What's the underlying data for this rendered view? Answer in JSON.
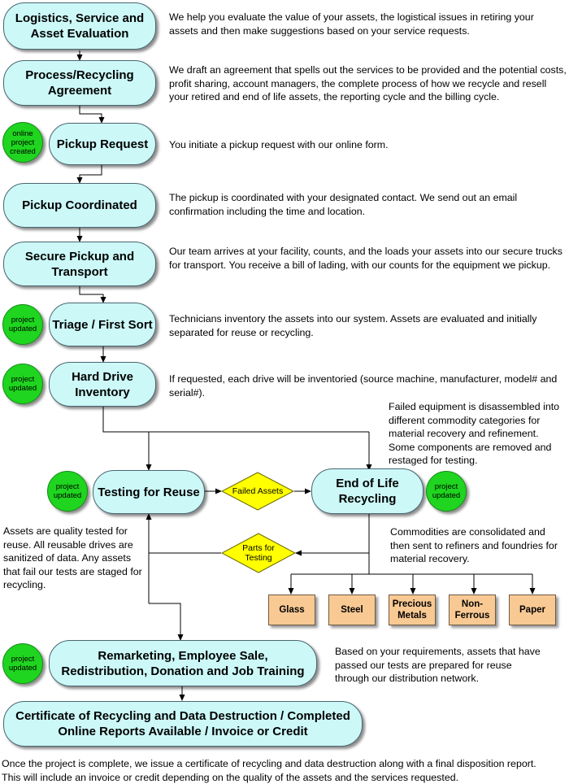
{
  "steps": {
    "logistics": {
      "label": "Logistics, Service and Asset Evaluation",
      "desc": "We help you evaluate the value of your assets, the logistical issues in retiring your assets and then make suggestions based on your service requests."
    },
    "agreement": {
      "label": "Process/Recycling Agreement",
      "desc": "We draft an agreement that spells out the services to be provided and the potential costs, profit sharing, account managers, the complete process of how we recycle and resell your retired and end of life assets, the reporting cycle and the billing cycle."
    },
    "pickup_request": {
      "label": "Pickup Request",
      "desc": "You initiate a pickup request with our online form."
    },
    "pickup_coordinated": {
      "label": "Pickup Coordinated",
      "desc": "The pickup is coordinated with your designated contact. We send out an email confirmation including the time and location."
    },
    "secure_pickup": {
      "label": "Secure Pickup and Transport",
      "desc": "Our team arrives at your facility, counts, and the loads your assets into our secure trucks for transport. You receive a bill of lading, with our counts for the equipment we pickup."
    },
    "triage": {
      "label": "Triage / First Sort",
      "desc": "Technicians inventory the assets into our system. Assets are evaluated and initially separated for reuse or recycling."
    },
    "hard_drive": {
      "label": "Hard Drive Inventory",
      "desc": "If requested, each drive will be inventoried (source machine, manufacturer, model# and serial#)."
    },
    "testing": {
      "label": "Testing for Reuse",
      "desc": "Assets are quality tested for reuse. All reusable drives are sanitized of data. Any assets that fail our tests are staged for recycling."
    },
    "eol": {
      "label": "End of Life Recycling",
      "desc": "Failed equipment is disassembled into different commodity categories for material recovery and refinement. Some components are removed and restaged for testing.",
      "desc2": "Commodities are consolidated and then sent to refiners and foundries for material recovery."
    },
    "remarketing": {
      "label": "Remarketing, Employee Sale, Redistribution, Donation and Job Training",
      "desc": "Based on your requirements, assets that have passed our tests are prepared for reuse through our distribution network."
    },
    "certificate": {
      "label": "Certificate of Recycling and Data Destruction / Completed Online Reports Available / Invoice or Credit",
      "desc": "Once the project is complete, we issue a certificate of recycling and data destruction along with a final disposition report. This will include an invoice or credit depending on the quality of the assets and the services requested."
    }
  },
  "status": {
    "online_created": "online project created",
    "updated": "project updated"
  },
  "decisions": {
    "failed": "Failed Assets",
    "parts": "Parts for Testing"
  },
  "commodities": [
    "Glass",
    "Steel",
    "Precious Metals",
    "Non-Ferrous",
    "Paper"
  ],
  "colors": {
    "step_fill": "#ccf8f8",
    "status_fill": "#1fd51f",
    "decision_fill": "#ffff00",
    "commodity_fill": "#f9c993"
  }
}
